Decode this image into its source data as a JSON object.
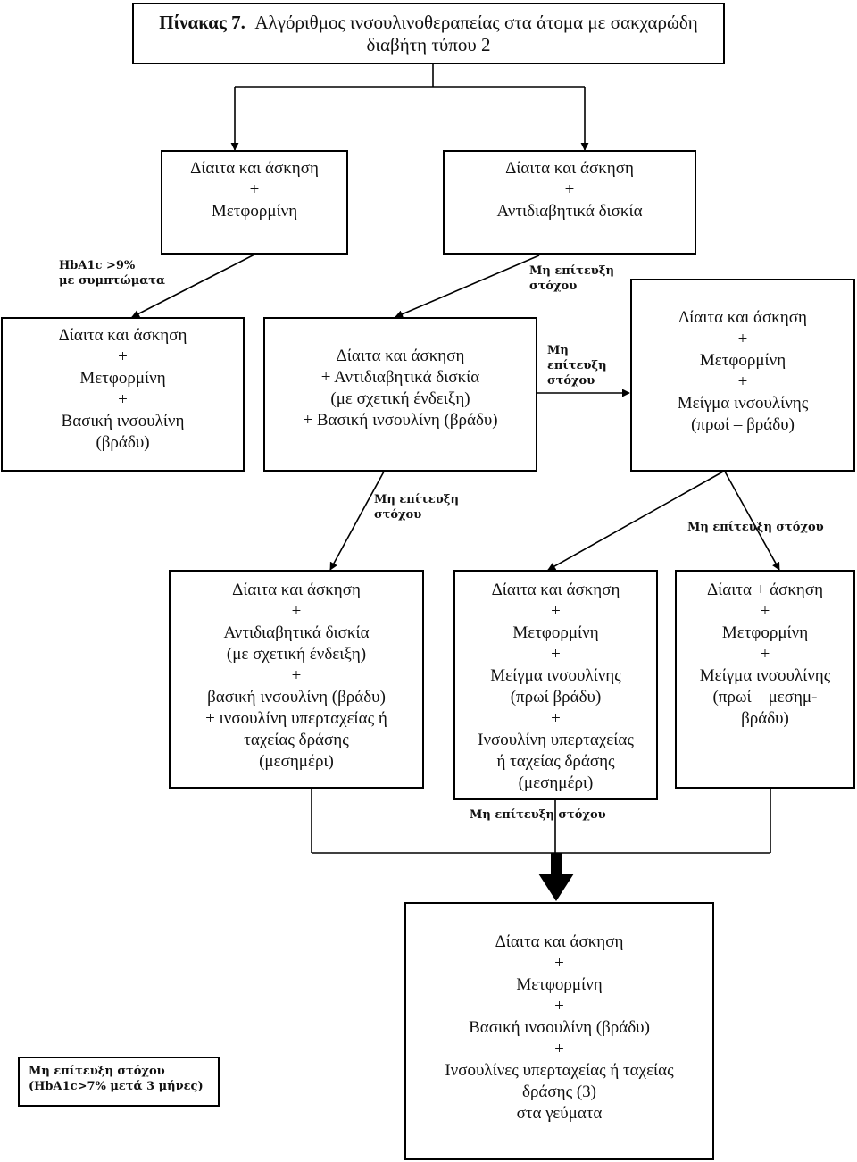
{
  "title": {
    "bold": "Πίνακας 7.",
    "rest": "Αλγόριθμος ινσουλινοθεραπείας στα άτομα με σακχαρώδη",
    "line2": "διαβήτη τύπου 2"
  },
  "nodes": {
    "b1": [
      "Δίαιτα και άσκηση",
      "+",
      "Μετφορμίνη"
    ],
    "b2": [
      "Δίαιτα και άσκηση",
      "+",
      "Αντιδιαβητικά δισκία"
    ],
    "b3": [
      "Δίαιτα και άσκηση",
      "+",
      "Μετφορμίνη",
      "+",
      "Βασική ινσουλίνη",
      "(βράδυ)"
    ],
    "b4": [
      "Δίαιτα και άσκηση",
      "+ Αντιδιαβητικά δισκία",
      "(με σχετική ένδειξη)",
      "+ Βασική ινσουλίνη (βράδυ)"
    ],
    "b5": [
      "Δίαιτα και άσκηση",
      "+",
      "Μετφορμίνη",
      "+",
      "Μείγμα ινσουλίνης",
      "(πρωί – βράδυ)"
    ],
    "b6": [
      "Δίαιτα και άσκηση",
      "+",
      "Αντιδιαβητικά δισκία",
      "(με σχετική ένδειξη)",
      "+",
      "βασική ινσουλίνη (βράδυ)",
      "+ ινσουλίνη υπερταχείας ή",
      "ταχείας δράσης",
      "(μεσημέρι)"
    ],
    "b7": [
      "Δίαιτα και άσκηση",
      "+",
      "Μετφορμίνη",
      "+",
      "Μείγμα ινσουλίνης",
      "(πρωί βράδυ)",
      "+",
      "Ινσουλίνη υπερταχείας",
      "ή ταχείας δράσης",
      "(μεσημέρι)"
    ],
    "b8": [
      "Δίαιτα + άσκηση",
      "+",
      "Μετφορμίνη",
      "+",
      "Μείγμα ινσουλίνης",
      "(πρωί – μεσημ-",
      "βράδυ)"
    ],
    "b9": [
      "Δίαιτα και άσκηση",
      "+",
      "Μετφορμίνη",
      "+",
      "Βασική ινσουλίνη (βράδυ)",
      "+",
      "Ινσουλίνες υπερταχείας ή ταχείας",
      "δράσης (3)",
      "στα γεύματα"
    ]
  },
  "edge_labels": {
    "hba1c_line1": "HbA1c >9%",
    "hba1c_line2": "με συμπτώματα",
    "b2_line1": "Μη επίτευξη",
    "b2_line2": "στόχου",
    "b4_to_b5_line1": "Μη",
    "b4_to_b5_line2": "επίτευξη",
    "b4_to_b5_line3": "στόχου",
    "b4_down_line1": "Μη επίτευξη",
    "b4_down_line2": "στόχου",
    "b5_down": "Μη επίτευξη στόχου",
    "b7_bottom": "Μη επίτευξη στόχου"
  },
  "legend": {
    "line1": "Μη επίτευξη στόχου",
    "line2": "(HbA1c>7% μετά 3 μήνες)"
  }
}
